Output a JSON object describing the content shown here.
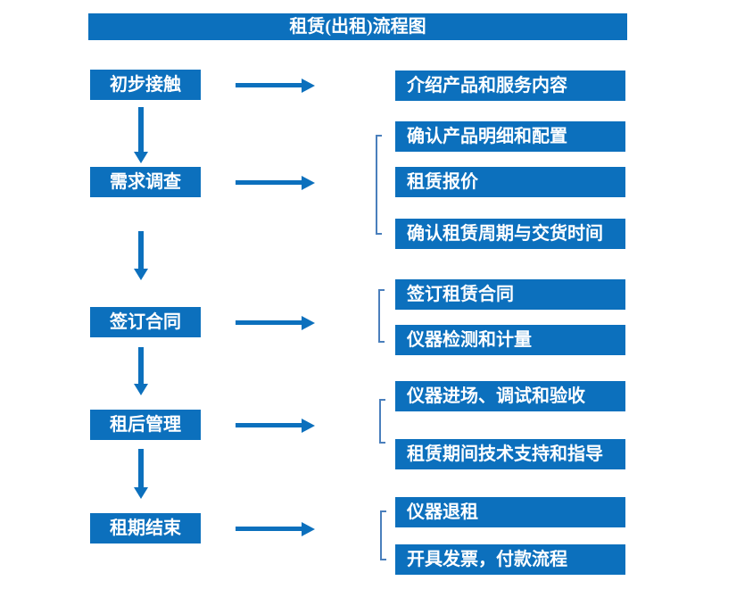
{
  "title": "租赁(出租)流程图",
  "colors": {
    "primary_blue": "#0c70bd",
    "bracket_blue": "#4a7fbc",
    "text": "#ffffff",
    "background": "#ffffff"
  },
  "steps": [
    {
      "label": "初步接触",
      "outputs": [
        "介绍产品和服务内容"
      ]
    },
    {
      "label": "需求调查",
      "outputs": [
        "确认产品明细和配置",
        "租赁报价",
        "确认租赁周期与交货时间"
      ]
    },
    {
      "label": "签订合同",
      "outputs": [
        "签订租赁合同",
        "仪器检测和计量"
      ]
    },
    {
      "label": "租后管理",
      "outputs": [
        "仪器进场、调试和验收",
        "租赁期间技术支持和指导"
      ]
    },
    {
      "label": "租期结束",
      "outputs": [
        "仪器退租",
        "开具发票，付款流程"
      ]
    }
  ]
}
